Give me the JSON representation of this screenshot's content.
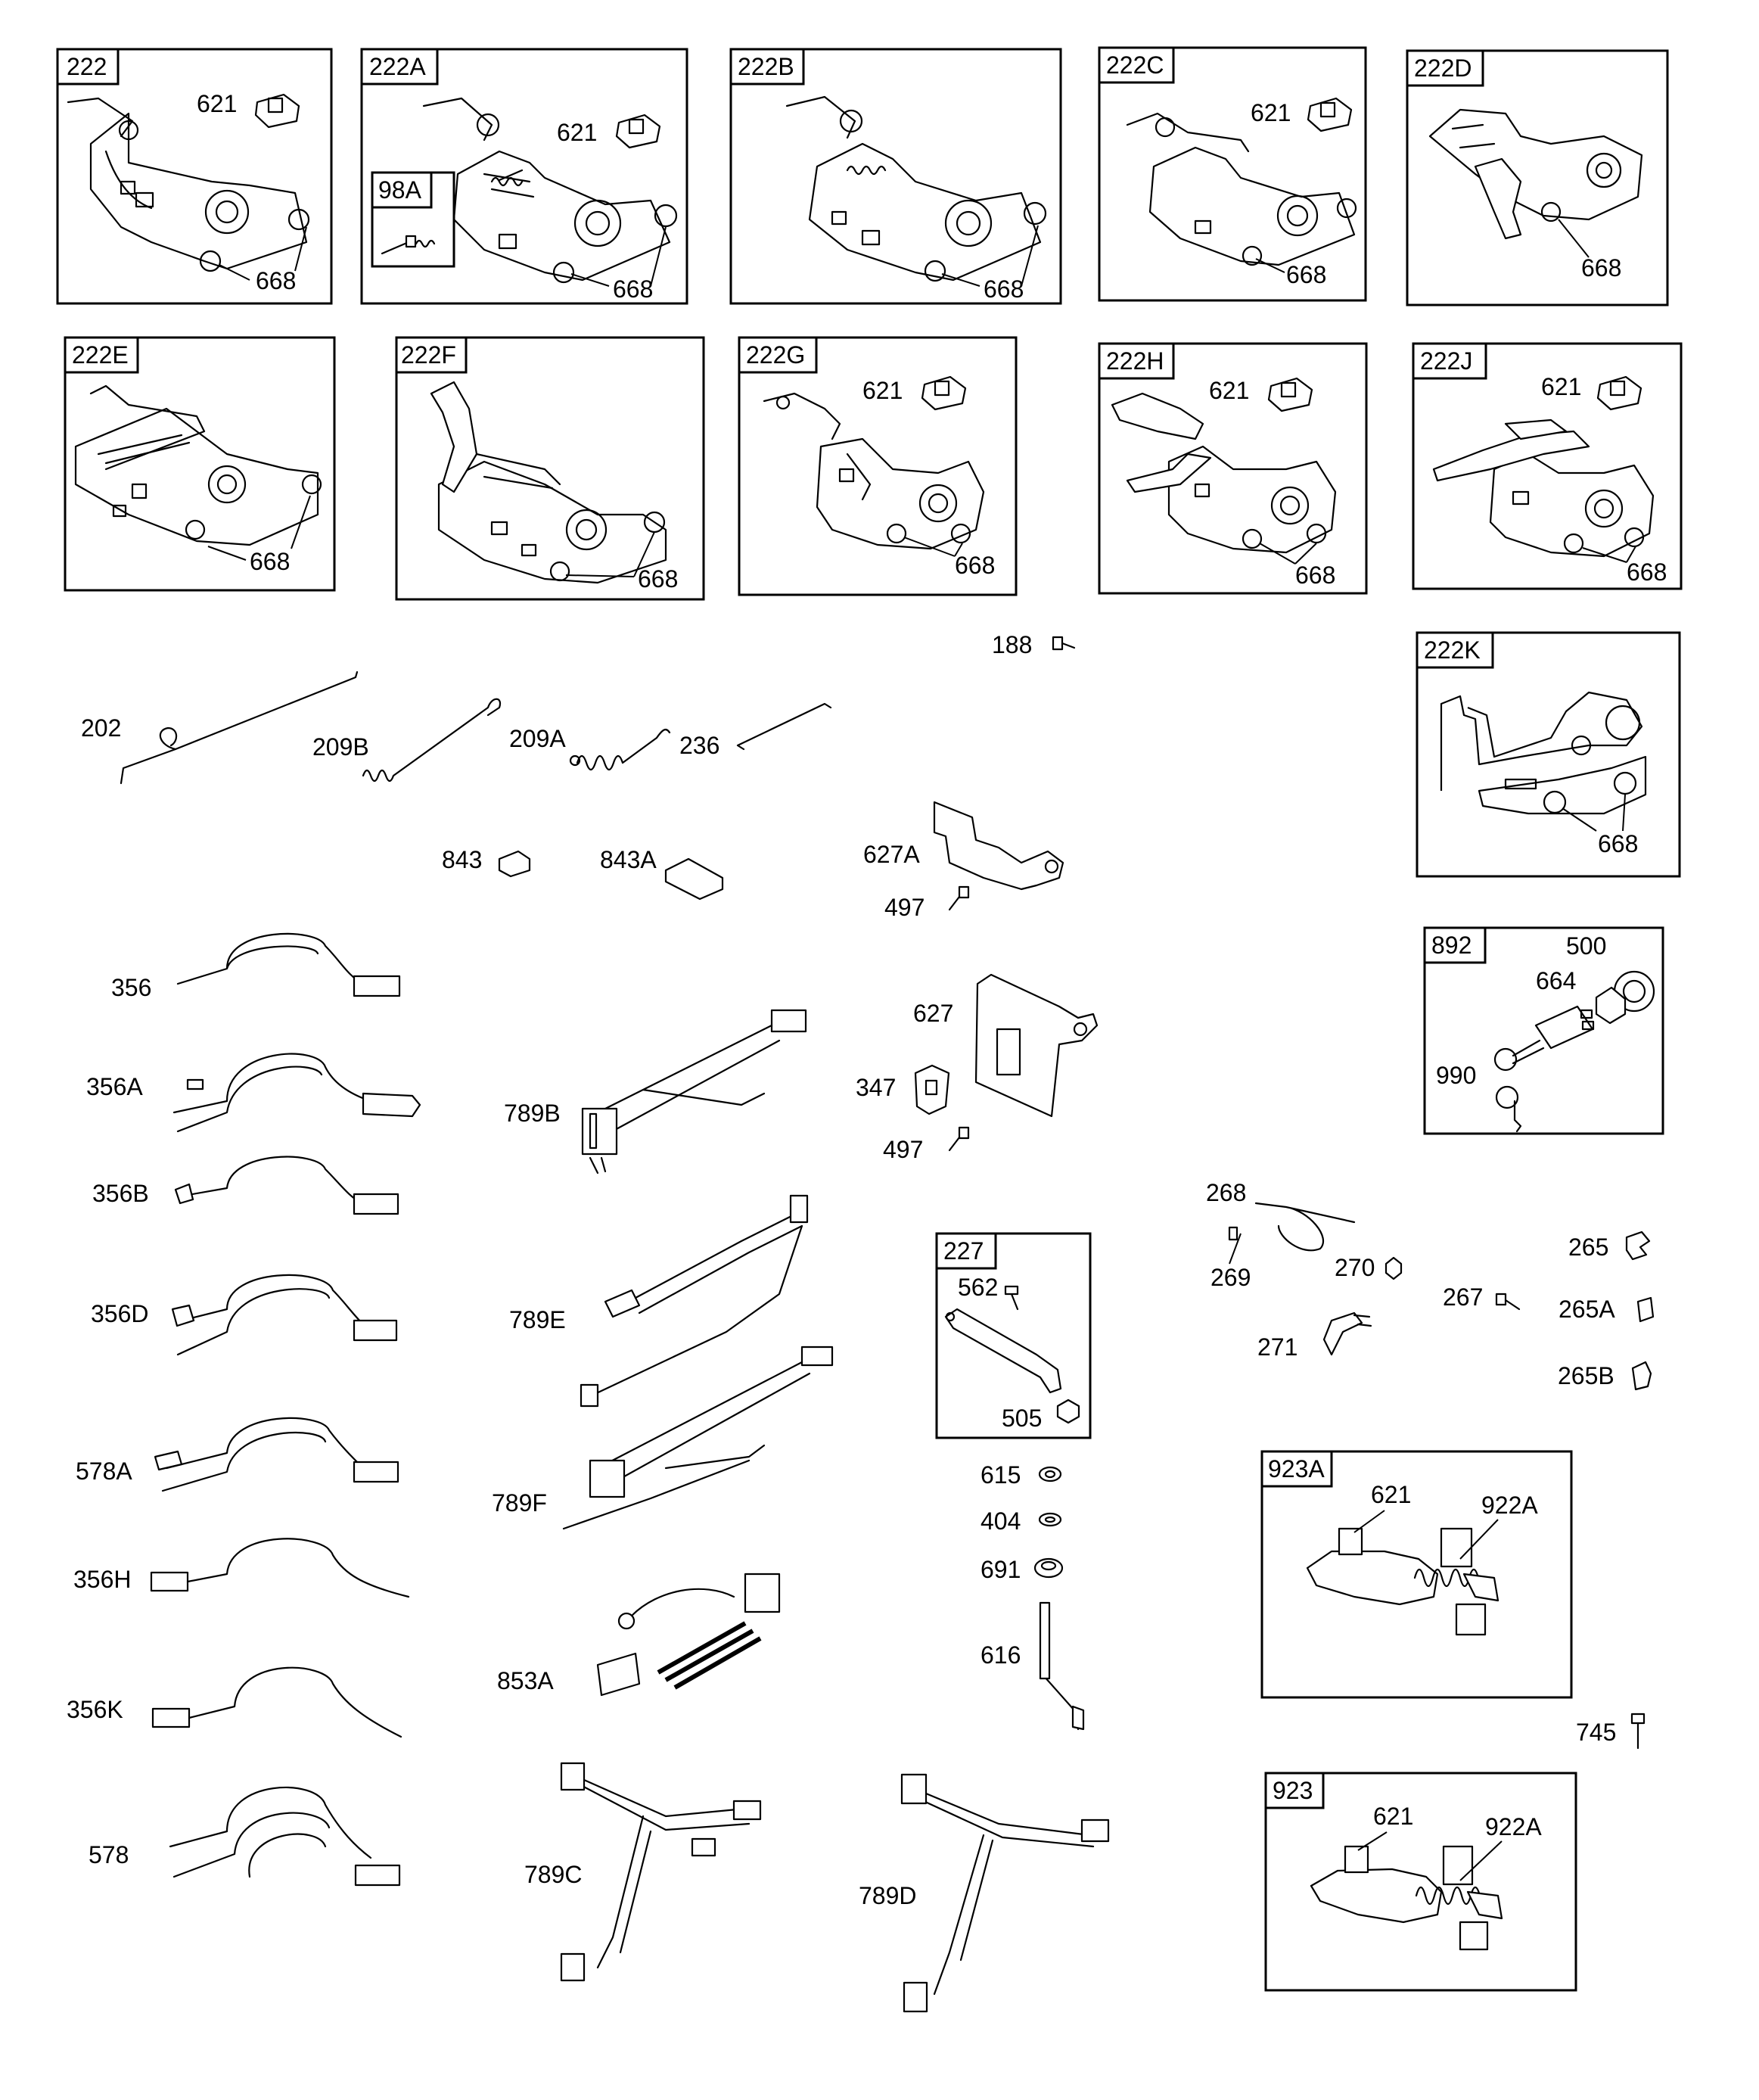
{
  "boxes": [
    {
      "title": "222",
      "callouts": [
        "621",
        "668"
      ]
    },
    {
      "title": "222A",
      "callouts": [
        "621",
        "668"
      ]
    },
    {
      "title": "98A",
      "callouts": []
    },
    {
      "title": "222B",
      "callouts": [
        "668"
      ]
    },
    {
      "title": "222C",
      "callouts": [
        "621",
        "668"
      ]
    },
    {
      "title": "222D",
      "callouts": [
        "668"
      ]
    },
    {
      "title": "222E",
      "callouts": [
        "668"
      ]
    },
    {
      "title": "222F",
      "callouts": [
        "668"
      ]
    },
    {
      "title": "222G",
      "callouts": [
        "621",
        "668"
      ]
    },
    {
      "title": "222H",
      "callouts": [
        "621",
        "668"
      ]
    },
    {
      "title": "222J",
      "callouts": [
        "621",
        "668"
      ]
    },
    {
      "title": "222K",
      "callouts": [
        "668"
      ]
    },
    {
      "title": "892",
      "callouts": [
        "500",
        "664",
        "990"
      ]
    },
    {
      "title": "227",
      "callouts": [
        "562",
        "505"
      ]
    },
    {
      "title": "923A",
      "callouts": [
        "621",
        "922A"
      ]
    },
    {
      "title": "923",
      "callouts": [
        "621",
        "922A"
      ]
    }
  ],
  "parts": [
    "188",
    "202",
    "209B",
    "209A",
    "236",
    "843",
    "843A",
    "627A",
    "497",
    "627",
    "347",
    "497",
    "356",
    "356A",
    "356B",
    "356D",
    "578A",
    "356H",
    "356K",
    "578",
    "789B",
    "789E",
    "789F",
    "853A",
    "789C",
    "789D",
    "615",
    "404",
    "691",
    "616",
    "268",
    "269",
    "270",
    "271",
    "267",
    "265",
    "265A",
    "265B",
    "745"
  ]
}
